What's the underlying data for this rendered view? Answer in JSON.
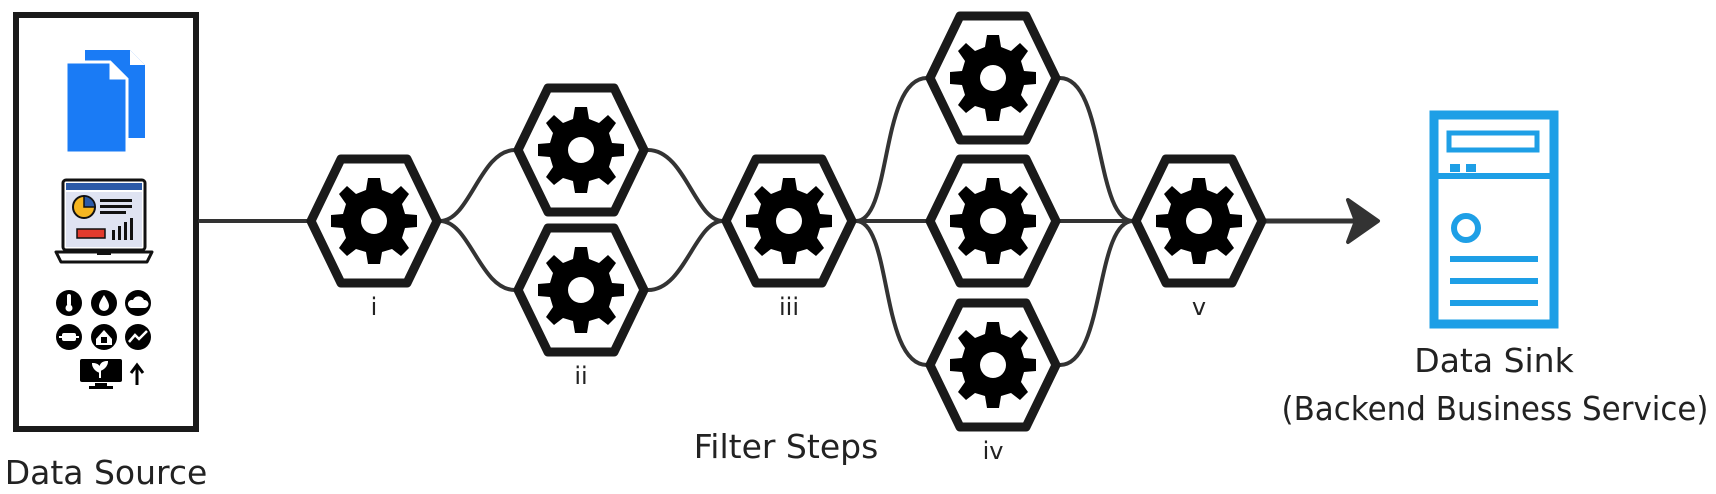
{
  "source": {
    "label": "Data Source"
  },
  "sink": {
    "label_line1": "Data Sink",
    "label_line2": "(Backend Business Service)"
  },
  "filter_caption": "Filter Steps",
  "steps": [
    "i",
    "ii",
    "iii",
    "iv",
    "v"
  ],
  "colors": {
    "stroke": "#1a1a1a",
    "connector": "#333333",
    "doc_blue": "#1a7bf5",
    "server_blue": "#1e9fe6"
  },
  "icons": [
    "documents-icon",
    "dashboard-laptop-icon",
    "sensor-icons-grid",
    "gear-icon",
    "server-icon",
    "arrow-icon"
  ]
}
